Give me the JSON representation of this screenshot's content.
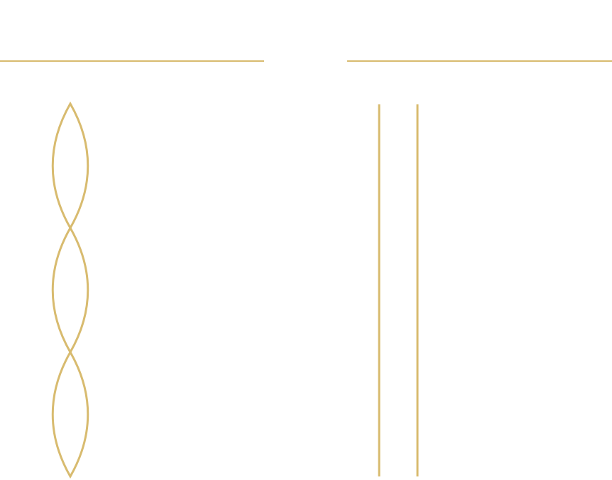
{
  "colors": {
    "ornament": "#d8bb6f",
    "background": "#ffffff"
  },
  "ornaments": {
    "left_rule": "horizontal-rule",
    "right_rule": "horizontal-rule",
    "helix": "double-helix-ornament",
    "helix_segments": 3,
    "parallel_lines": 2
  }
}
